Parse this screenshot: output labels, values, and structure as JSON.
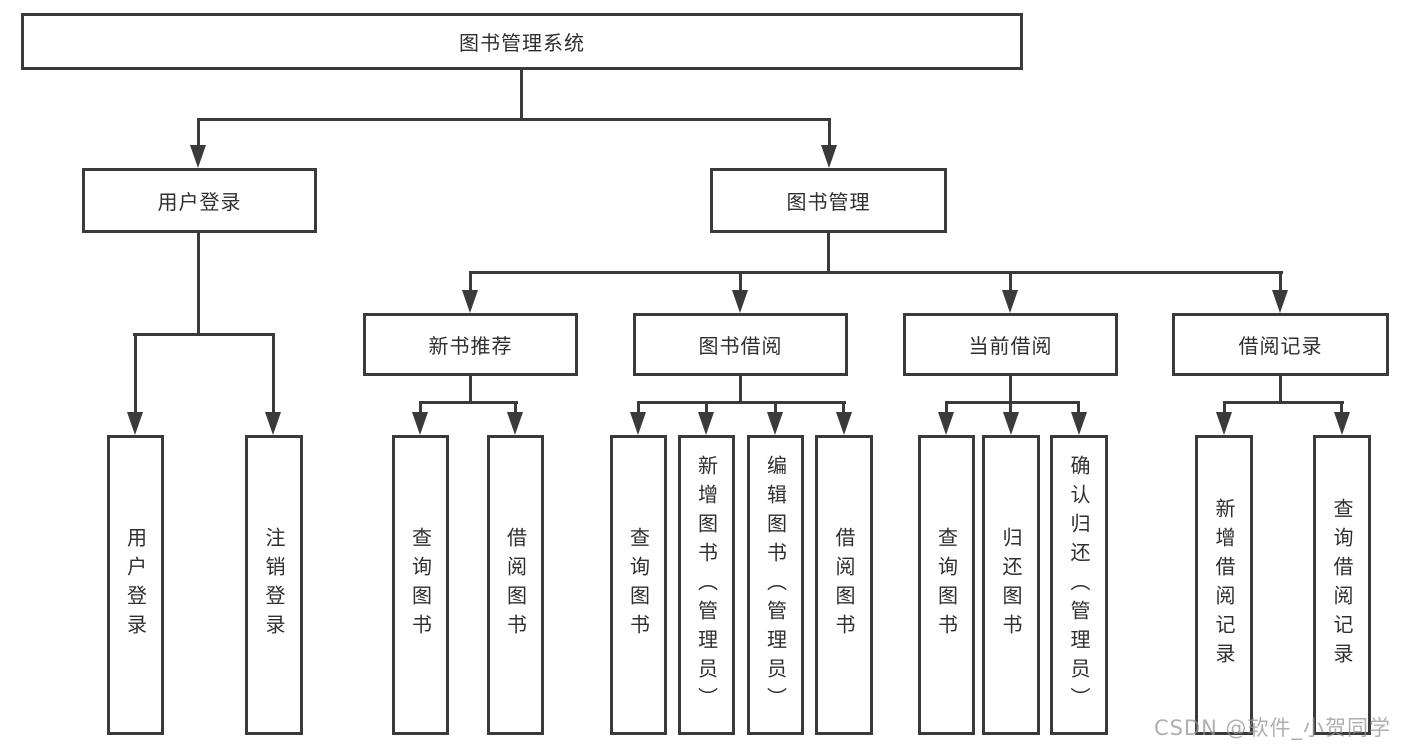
{
  "diagram": {
    "root": {
      "label": "图书管理系统",
      "children": [
        {
          "label": "用户登录",
          "children": [
            {
              "label": "用户登录"
            },
            {
              "label": "注销登录"
            }
          ]
        },
        {
          "label": "图书管理",
          "children": [
            {
              "label": "新书推荐",
              "children": [
                {
                  "label": "查询图书"
                },
                {
                  "label": "借阅图书"
                }
              ]
            },
            {
              "label": "图书借阅",
              "children": [
                {
                  "label": "查询图书"
                },
                {
                  "label": "新增图书（管理员）"
                },
                {
                  "label": "编辑图书（管理员）"
                },
                {
                  "label": "借阅图书"
                }
              ]
            },
            {
              "label": "当前借阅",
              "children": [
                {
                  "label": "查询图书"
                },
                {
                  "label": "归还图书"
                },
                {
                  "label": "确认归还（管理员）"
                }
              ]
            },
            {
              "label": "借阅记录",
              "children": [
                {
                  "label": "新增借阅记录"
                },
                {
                  "label": "查询借阅记录"
                }
              ]
            }
          ]
        }
      ]
    }
  },
  "watermark": {
    "text": "CSDN @软件_小贺同学"
  },
  "colors": {
    "line": "#3a3a3a",
    "text": "#2f2f2f",
    "watermark": "#949494"
  }
}
